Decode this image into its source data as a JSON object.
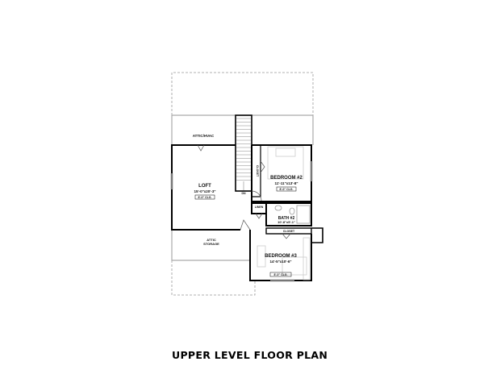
{
  "title": "UPPER LEVEL FLOOR PLAN",
  "rooms": {
    "attic_hvac": "ATTIC/HVAC",
    "loft": {
      "name": "LOFT",
      "size": "15'-0\"x20'-3\"",
      "ceiling": "8'-0\" CLG."
    },
    "bedroom2": {
      "name": "BEDROOM #2",
      "size": "11'-11\"x13'-8\"",
      "ceiling": "8'-0\" CLG.",
      "closet": "CLOSET"
    },
    "stair": "DN",
    "linen": "LINEN",
    "bath2": {
      "name": "BATH #2",
      "size": "10'-8\"x5'-1\""
    },
    "closet": "CLOSET",
    "attic_storage": [
      "ATTIC",
      "STORAGE"
    ],
    "bedroom3": {
      "name": "BEDROOM #3",
      "size": "14'-5\"x10'-6\"",
      "ceiling": "8'-0\" CLG."
    }
  }
}
